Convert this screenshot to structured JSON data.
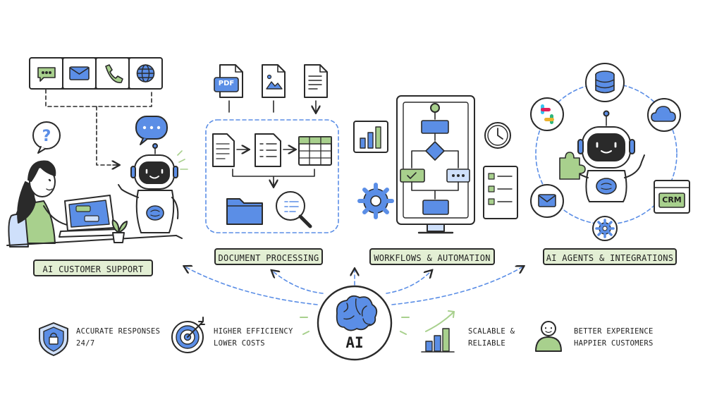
{
  "sections": [
    {
      "label": "AI CUSTOMER SUPPORT"
    },
    {
      "label": "DOCUMENT PROCESSING"
    },
    {
      "label": "WORKFLOWS & AUTOMATION"
    },
    {
      "label": "AI AGENTS & INTEGRATIONS"
    }
  ],
  "center": {
    "label": "AI"
  },
  "doc_icon_label": "PDF",
  "crm_label": "CRM",
  "benefits": [
    {
      "line1": "ACCURATE RESPONSES",
      "line2": "24/7",
      "icon": "shield-lock-icon"
    },
    {
      "line1": "HIGHER EFFICIENCY",
      "line2": "LOWER COSTS",
      "icon": "target-icon"
    },
    {
      "line1": "SCALABLE &",
      "line2": "RELIABLE",
      "icon": "growth-chart-icon"
    },
    {
      "line1": "BETTER EXPERIENCE",
      "line2": "HAPPIER CUSTOMERS",
      "icon": "happy-person-icon"
    }
  ],
  "colors": {
    "blue": "#5b8ee6",
    "light_blue": "#cfe0fb",
    "green": "#a8d08d",
    "light_green": "#e3efd4",
    "ink": "#2a2a2a"
  }
}
